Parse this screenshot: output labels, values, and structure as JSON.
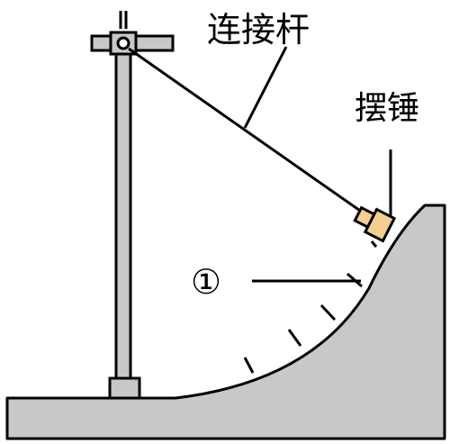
{
  "labels": {
    "rod": "连接杆",
    "hammer": "摆锤",
    "marker": "①"
  },
  "colors": {
    "ground": "#c8c8c8",
    "pole": "#c8c8c8",
    "hammer": "#f4cf91",
    "stroke": "#000000",
    "background": "#ffffff"
  }
}
